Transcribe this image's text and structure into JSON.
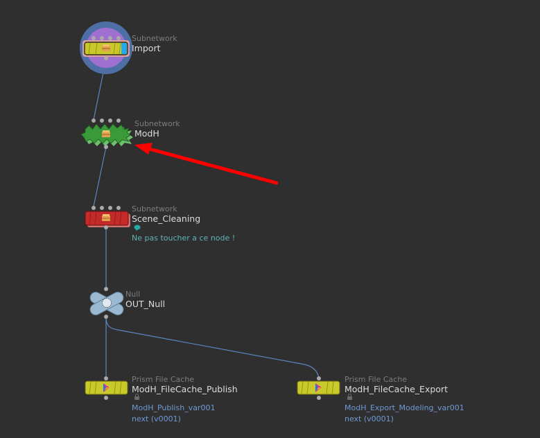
{
  "network": {
    "nodes": [
      {
        "id": "import",
        "type": "Subnetwork",
        "name": "Import"
      },
      {
        "id": "modh",
        "type": "Subnetwork",
        "name": "ModH"
      },
      {
        "id": "scene_cleaning",
        "type": "Subnetwork",
        "name": "Scene_Cleaning",
        "comment": "Ne pas toucher a ce node !"
      },
      {
        "id": "out_null",
        "type": "Null",
        "name": "OUT_Null"
      },
      {
        "id": "publish",
        "type": "Prism File Cache",
        "name": "ModH_FileCache_Publish",
        "info": [
          "ModH_Publish_var001",
          "next (v0001)"
        ]
      },
      {
        "id": "export",
        "type": "Prism File Cache",
        "name": "ModH_FileCache_Export",
        "info": [
          "ModH_Export_Modeling_var001",
          "next (v0001)"
        ]
      }
    ],
    "connections": [
      {
        "from": "import",
        "to": "modh"
      },
      {
        "from": "modh",
        "to": "scene_cleaning"
      },
      {
        "from": "scene_cleaning",
        "to": "out_null"
      },
      {
        "from": "out_null",
        "to": "publish"
      },
      {
        "from": "out_null",
        "to": "export"
      }
    ]
  },
  "annotation": {
    "type": "arrow",
    "color": "#ff0000",
    "points_to": "modh"
  },
  "colors": {
    "background": "#2f2f2f",
    "wire": "#5b87c0",
    "subnet_yellow": "#c8c82a",
    "subnet_green": "#3faa3f",
    "subnet_red": "#c42a2a",
    "null_blue": "#9ab8cf",
    "filecache_yellow": "#c9c92b"
  }
}
